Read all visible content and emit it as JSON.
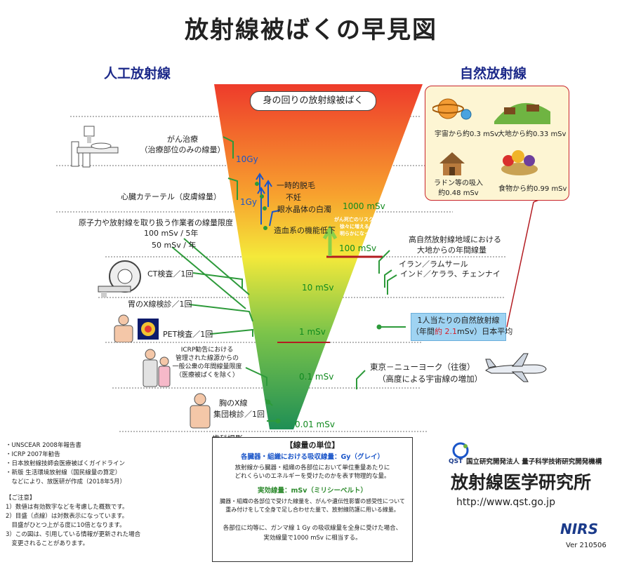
{
  "title": "放射線被ばくの早見図",
  "headers": {
    "artificial": "人工放射線",
    "natural": "自然放射線"
  },
  "funnel_label": "身の回りの放射線被ばく",
  "levels": [
    "10Gy",
    "1Gy",
    "1000 mSv",
    "100 mSv",
    "10 mSv",
    "1 mSv",
    "0.1 mSv",
    "0.01 mSv"
  ],
  "effects": [
    "一時的脱毛",
    "不妊",
    "眼水晶体の白濁",
    "造血系の機能低下"
  ],
  "risk_note": [
    "がん死亡のリスクが線量とともに",
    "徐々に増えることが",
    "明らかになっている"
  ],
  "left": {
    "cancer_therapy": [
      "がん治療",
      "（治療部位のみの線量）"
    ],
    "cardiac": "心臓カテーテル（皮膚線量）",
    "workers": [
      "原子力や放射線を取り扱う作業者の線量限度",
      "100 mSv / 5年",
      "50 mSv / 年"
    ],
    "ct": "CT検査／1回",
    "stomach": "胃のX線検診／1回",
    "pet": "PET検査／1回",
    "icrp": [
      "ICRP勧告における",
      "管理された線源からの",
      "一般公衆の年間線量限度",
      "（医療被ばくを除く）"
    ],
    "chest": [
      "胸のX線",
      "集団検診／1回"
    ],
    "dental": "歯科撮影"
  },
  "natural": {
    "space": "宇宙から約0.3 mSv",
    "ground": "大地から約0.33 mSv",
    "radon": [
      "ラドン等の吸入",
      "約0.48 mSv"
    ],
    "food": "食物から約0.99 mSv"
  },
  "right": {
    "high_bg": [
      "高自然放射線地域における",
      "大地からの年間線量"
    ],
    "iran": "イラン／ラムサール",
    "india": "インド／ケララ、チェンナイ",
    "avg_l1": "1人当たりの自然放射線",
    "avg_a": "（年間",
    "avg_b": "約 2.1",
    "avg_c": "mSv）日本平均",
    "flight": [
      "東京－ニューヨーク（往復）",
      "（高度による宇宙線の増加）"
    ]
  },
  "sources": [
    "・UNSCEAR 2008年報告書",
    "・ICRP 2007年勧告",
    "・日本放射線技師会医療被ばくガイドライン",
    "・新版 生活環境放射線（国民線量の算定）",
    "　などにより、放医研が作成（2018年5月）"
  ],
  "notes_title": "【ご注意】",
  "notes": [
    "1）数値は有効数字などを考慮した概数です。",
    "2）目盛（点線）は対数表示になっています。",
    "　目盛がひとつ上がる度に10倍となります。",
    "3）この図は、引用している情報が更新された場合",
    "　変更されることがあります。"
  ],
  "units": {
    "title": "【線量の単位】",
    "gy_head": "各臓器・組織における吸収線量：Gy（グレイ）",
    "gy_body": [
      "放射線から臓器・組織の各部位において単位重量あたりに",
      "どれくらいのエネルギーを受けたのかを表す物理的な量。"
    ],
    "sv_head": "実効線量：mSv（ミリシーベルト）",
    "sv_body": [
      "臓器・組織の各部位で受けた線量を、がんや遺伝性影響の感受性について",
      "重み付けをして全身で足し合わせた量で、放射線防護に用いる線量。"
    ],
    "foot1": "各部位に均等に、ガンマ線 1 Gy の吸収線量を全身に受けた場合、",
    "foot2": "実効線量で1000 mSv に相当する。"
  },
  "org": {
    "qst": "QST",
    "qst_name": "国立研究開発法人 量子科学技術研究開発機構",
    "institute": "放射線医学研究所",
    "url": "http://www.qst.go.jp",
    "nirs": "NIRS",
    "ver": "Ver 210506"
  }
}
